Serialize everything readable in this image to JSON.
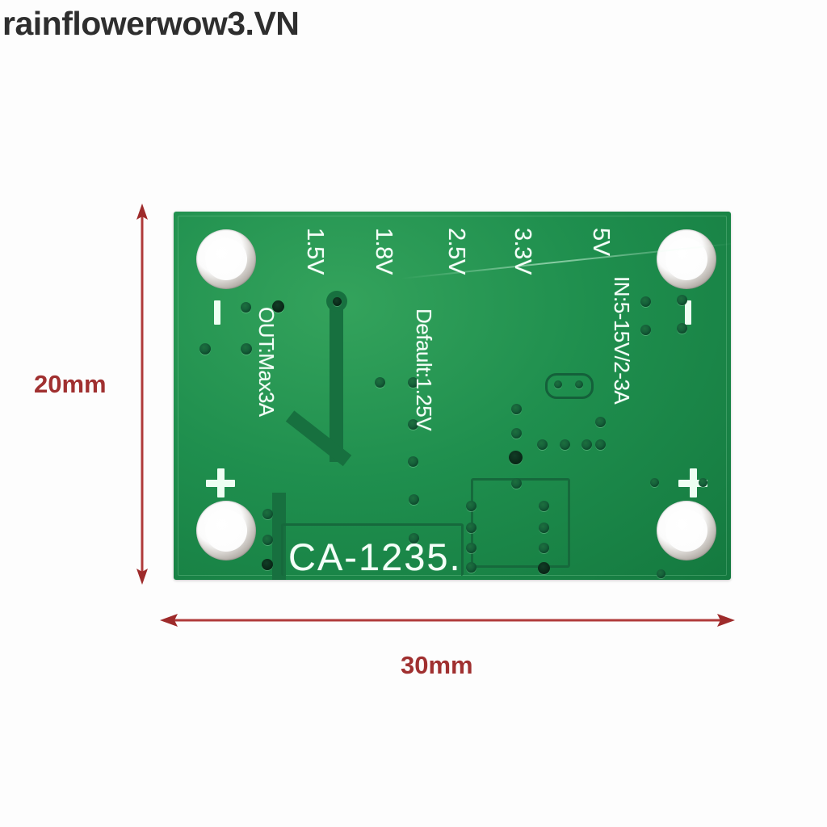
{
  "watermark": {
    "text": "rainflowerwow3.VN"
  },
  "dimensions": {
    "height_label": "20mm",
    "width_label": "30mm",
    "arrow_color": "#b03a3a",
    "label_color": "#a03030"
  },
  "pcb": {
    "part_number": "CA-1235.",
    "solder_mask_color": "#1f8f4e",
    "silkscreen_color": "#f4fff8",
    "voltage_labels": [
      "1.5V",
      "1.8V",
      "2.5V",
      "3.3V",
      "5V"
    ],
    "output_label": "OUT:Max3A",
    "default_label": "Default:1.25V",
    "input_label": "IN:5-15V/2-3A",
    "polarity_marks": {
      "top_left": "-",
      "top_right": "-",
      "bottom_left": "+",
      "bottom_right": "+"
    },
    "mounting_holes": 4
  }
}
